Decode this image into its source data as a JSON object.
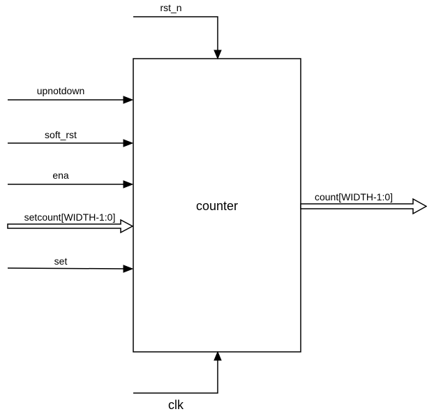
{
  "diagram": {
    "module": {
      "name": "counter"
    },
    "inputs": [
      {
        "id": "upnotdown",
        "label": "upnotdown",
        "type": "wire"
      },
      {
        "id": "soft_rst",
        "label": "soft_rst",
        "type": "wire"
      },
      {
        "id": "ena",
        "label": "ena",
        "type": "wire"
      },
      {
        "id": "setcount",
        "label": "setcount[WIDTH-1:0]",
        "type": "bus"
      },
      {
        "id": "set",
        "label": "set",
        "type": "wire"
      }
    ],
    "top_input": {
      "id": "rst_n",
      "label": "rst_n",
      "type": "wire"
    },
    "bottom_input": {
      "id": "clk",
      "label": "clk",
      "type": "wire"
    },
    "outputs": [
      {
        "id": "count",
        "label": "count[WIDTH-1:0]",
        "type": "bus"
      }
    ]
  }
}
